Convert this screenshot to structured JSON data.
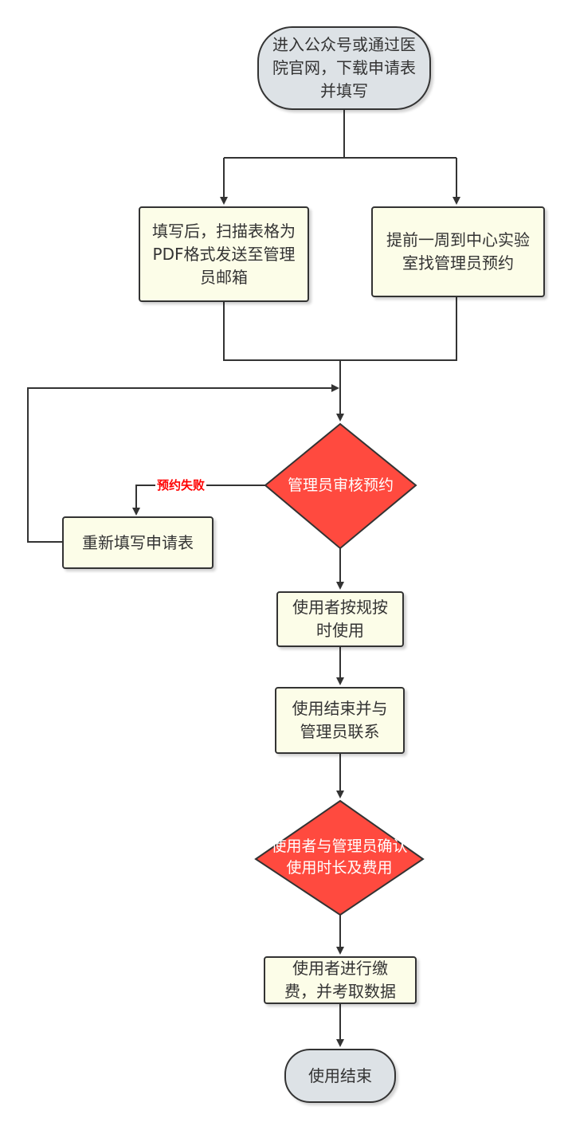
{
  "colors": {
    "line": "#333333",
    "box_fill": "#fcfde8",
    "terminal_fill": "#dde2e6",
    "decision_fill": "#ff4a3f",
    "edge_label": "#ff0000"
  },
  "nodes": {
    "start": "进入公众号或通过医院官网，下载申请表并填写",
    "email_option": "填写后，扫描表格为PDF格式发送至管理员邮箱",
    "visit_option": "提前一周到中心实验室找管理员预约",
    "admin_review": "管理员审核预约",
    "refill_form": "重新填写申请表",
    "use_on_time": "使用者按规按时使用",
    "contact_admin": "使用结束并与管理员联系",
    "confirm_fee": "使用者与管理员确认使用时长及费用",
    "pay_copy": "使用者进行缴费，并考取数据",
    "end": "使用结束"
  },
  "edges": {
    "reject_label": "预约失败"
  }
}
